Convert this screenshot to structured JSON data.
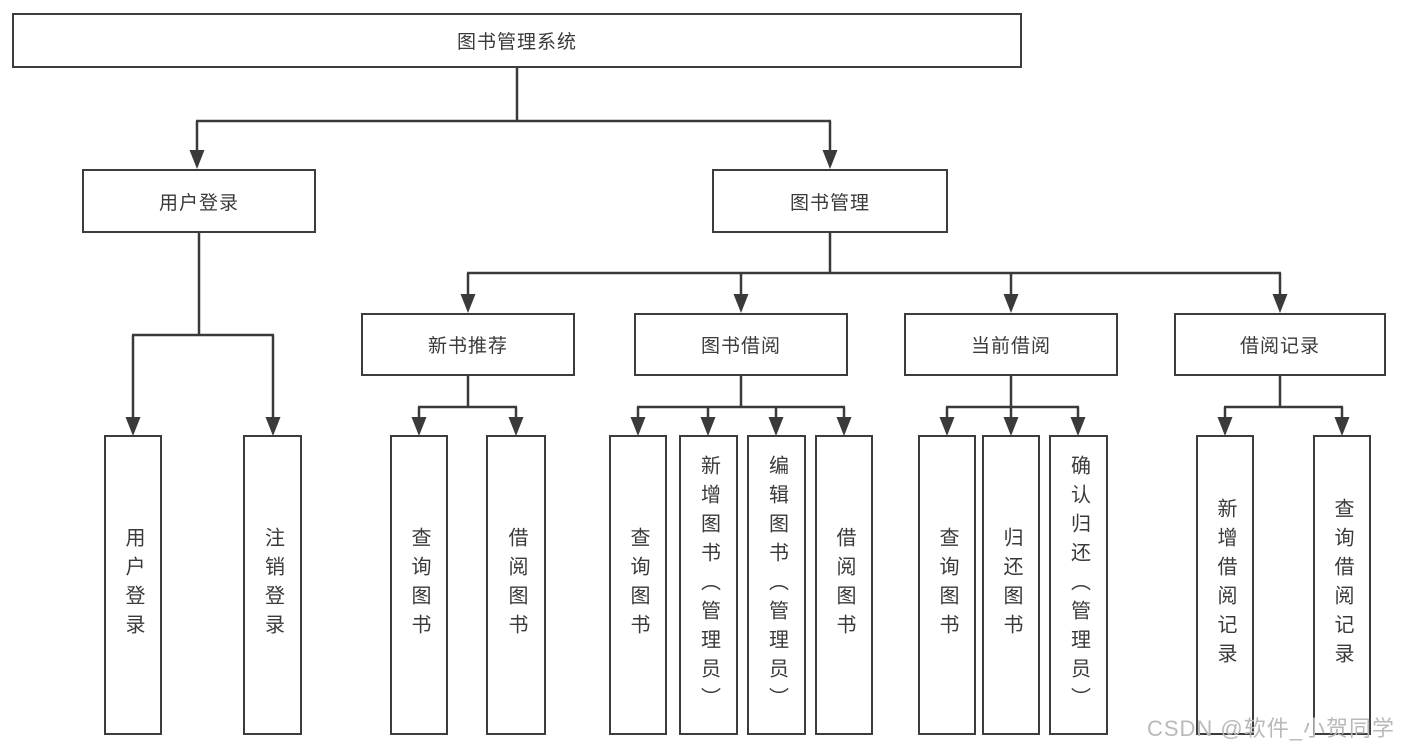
{
  "tree": {
    "label": "图书管理系统",
    "children": [
      {
        "label": "用户登录",
        "children": [
          {
            "label": "用户登录"
          },
          {
            "label": "注销登录"
          }
        ]
      },
      {
        "label": "图书管理",
        "children": [
          {
            "label": "新书推荐",
            "children": [
              {
                "label": "查询图书"
              },
              {
                "label": "借阅图书"
              }
            ]
          },
          {
            "label": "图书借阅",
            "children": [
              {
                "label": "查询图书"
              },
              {
                "label": "新增图书（管理员）"
              },
              {
                "label": "编辑图书（管理员）"
              },
              {
                "label": "借阅图书"
              }
            ]
          },
          {
            "label": "当前借阅",
            "children": [
              {
                "label": "查询图书"
              },
              {
                "label": "归还图书"
              },
              {
                "label": "确认归还（管理员）"
              }
            ]
          },
          {
            "label": "借阅记录",
            "children": [
              {
                "label": "新增借阅记录"
              },
              {
                "label": "查询借阅记录"
              }
            ]
          }
        ]
      }
    ]
  },
  "watermark": "CSDN @软件_小贺同学",
  "colors": {
    "line": "#3a3a3a",
    "box_border": "#3c3c3c",
    "text": "#3a3a3a",
    "watermark_text": "#b9b9b9",
    "background": "#ffffff"
  }
}
